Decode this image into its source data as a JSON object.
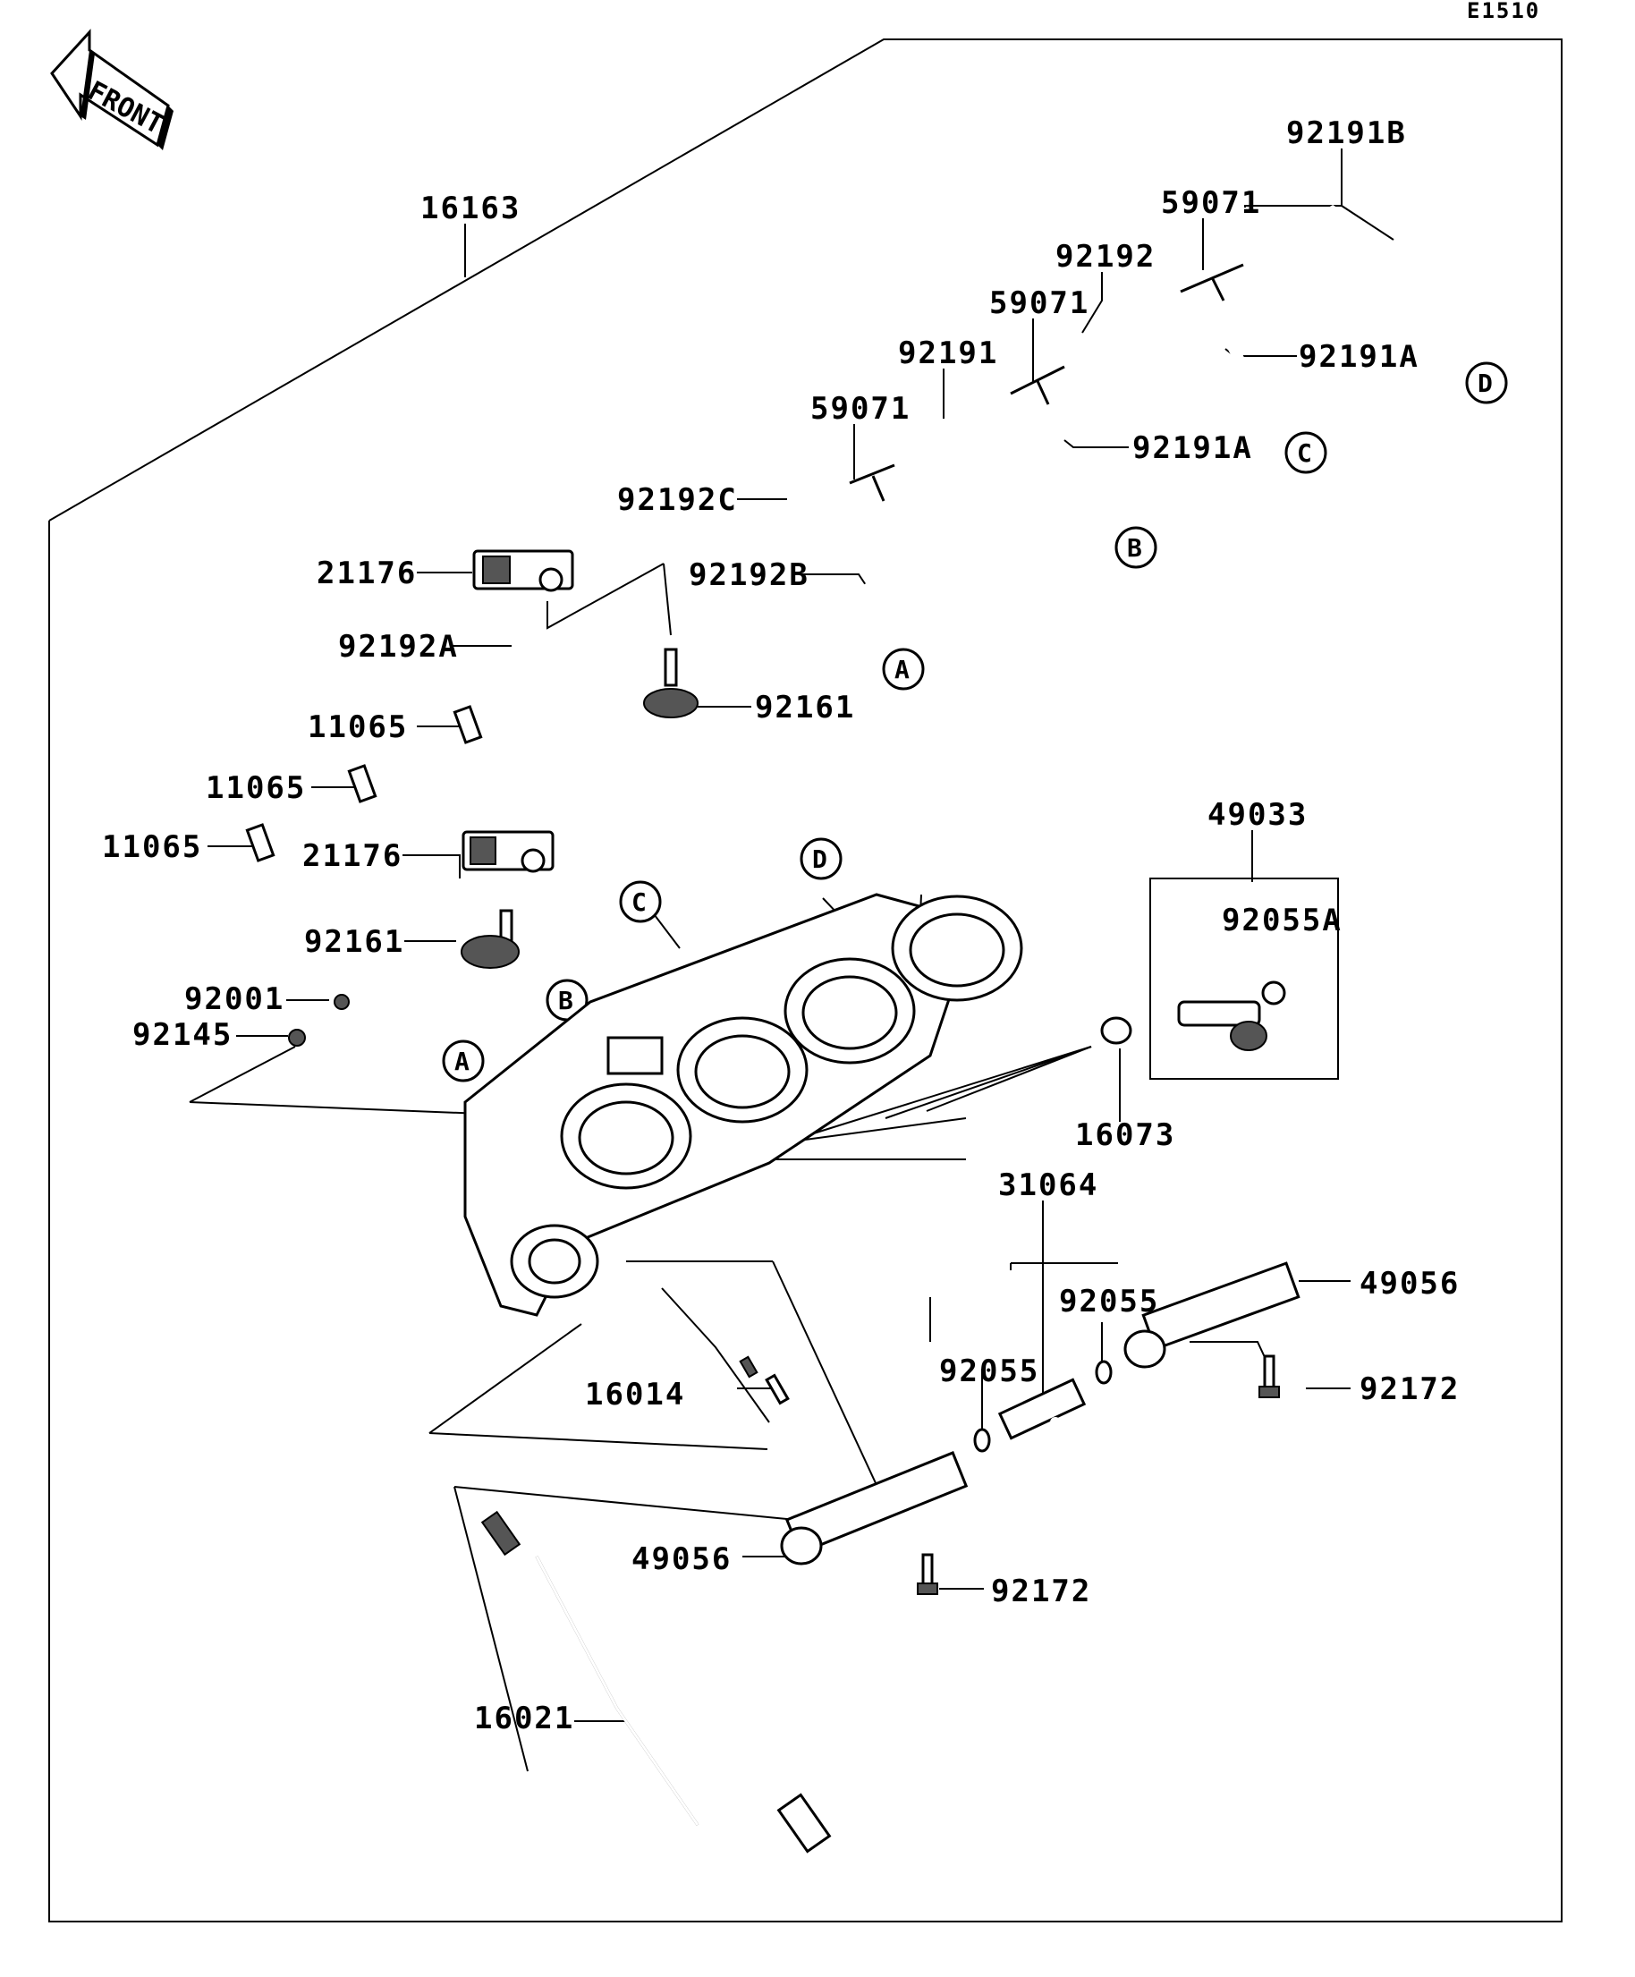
{
  "diagram_code": "E1510",
  "direction_label": "FRONT",
  "part_labels": {
    "p16163": "16163",
    "p92191B": "92191B",
    "p59071_top": "59071",
    "p92192": "92192",
    "p59071_mid": "59071",
    "p92191A_right": "92191A",
    "p92191": "92191",
    "p59071_left": "59071",
    "p92191A_mid": "92191A",
    "p92192C": "92192C",
    "p21176_top": "21176",
    "p92192B": "92192B",
    "p92192A": "92192A",
    "p92161_top": "92161",
    "p11065_a": "11065",
    "p11065_b": "11065",
    "p11065_c": "11065",
    "p21176_mid": "21176",
    "p49033": "49033",
    "p92055A": "92055A",
    "p92161_mid": "92161",
    "p92001": "92001",
    "p92145": "92145",
    "p16073": "16073",
    "p31064": "31064",
    "p49056_right": "49056",
    "p92055_right": "92055",
    "p92055_left": "92055",
    "p92172_right": "92172",
    "p16014": "16014",
    "p49056_left": "49056",
    "p92172_left": "92172",
    "p16021": "16021"
  },
  "connector_refs": {
    "A1": "A",
    "A2": "A",
    "B1": "B",
    "B2": "B",
    "C1": "C",
    "C2": "C",
    "D1": "D",
    "D2": "D"
  }
}
